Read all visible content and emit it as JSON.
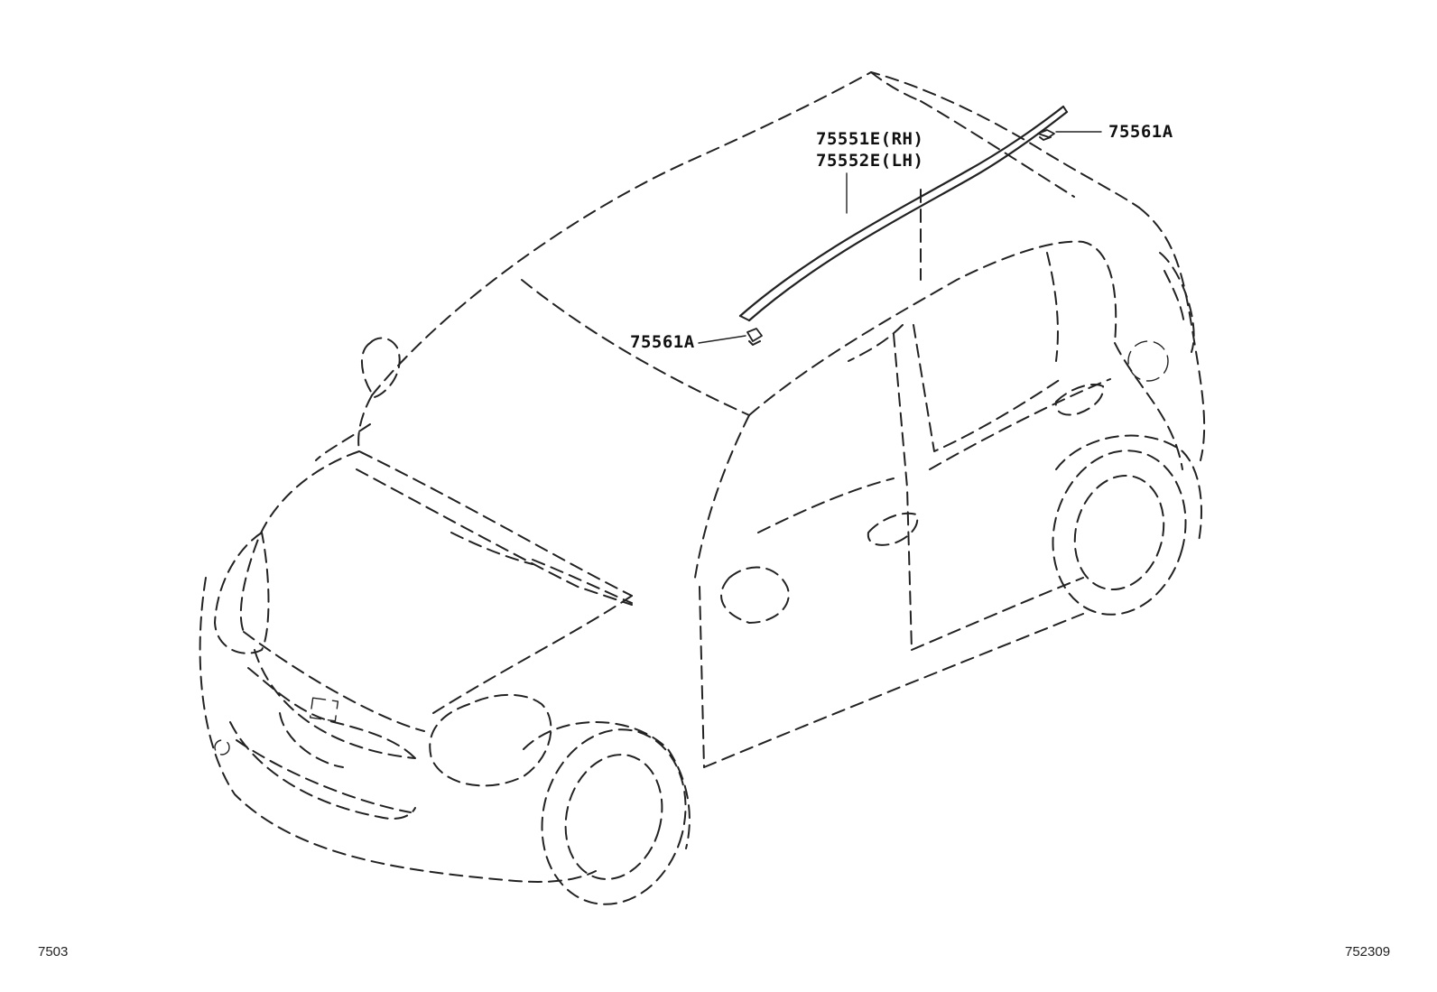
{
  "callouts": {
    "clip_right": "75561A",
    "clip_left": "75561A",
    "moulding_rh": "75551E(RH)",
    "moulding_lh": "75552E(LH)"
  },
  "footer": {
    "left_code": "7503",
    "right_code": "752309"
  }
}
